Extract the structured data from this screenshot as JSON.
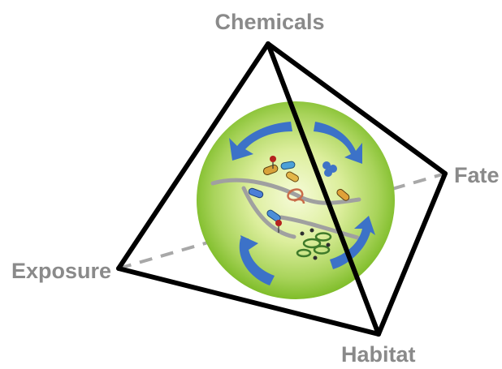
{
  "vertices": {
    "top": "Chemicals",
    "right": "Fate",
    "left": "Exposure",
    "bottom": "Habitat"
  },
  "colors": {
    "label": "#8a8a8a",
    "edge": "#000000",
    "hidden_edge": "#a8a8a8",
    "sphere_center": "#f4f9d2",
    "sphere_edge": "#7fbd2a",
    "arrow": "#3c72c8"
  },
  "icons": [
    "microbe-cluster-icon",
    "circulation-arrow-icon",
    "sediment-stream-icon"
  ]
}
